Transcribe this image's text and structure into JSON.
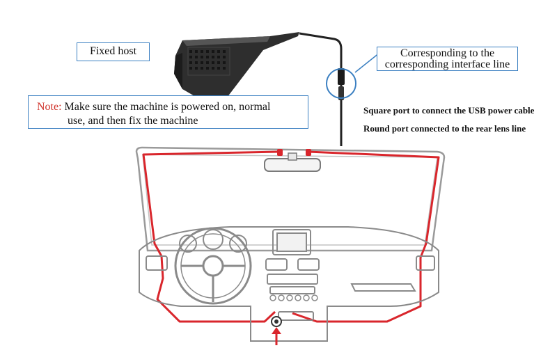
{
  "labels": {
    "fixed_host": "Fixed host",
    "corresponding_line1": "Corresponding to the",
    "corresponding_line2": "corresponding interface line",
    "note_label": "Note:",
    "note_line1": "Make sure the machine is powered on, normal",
    "note_line2": "use, and then fix the machine",
    "usb_port": "Square port to connect the USB power cable",
    "rear_port": "Round port connected to the rear lens line"
  },
  "colors": {
    "cable_red": "#d9262c",
    "callout_blue": "#3a7fc1",
    "note_red": "#d0322a",
    "device_dark": "#2a2a2a",
    "outline_gray": "#8a8a8a"
  }
}
